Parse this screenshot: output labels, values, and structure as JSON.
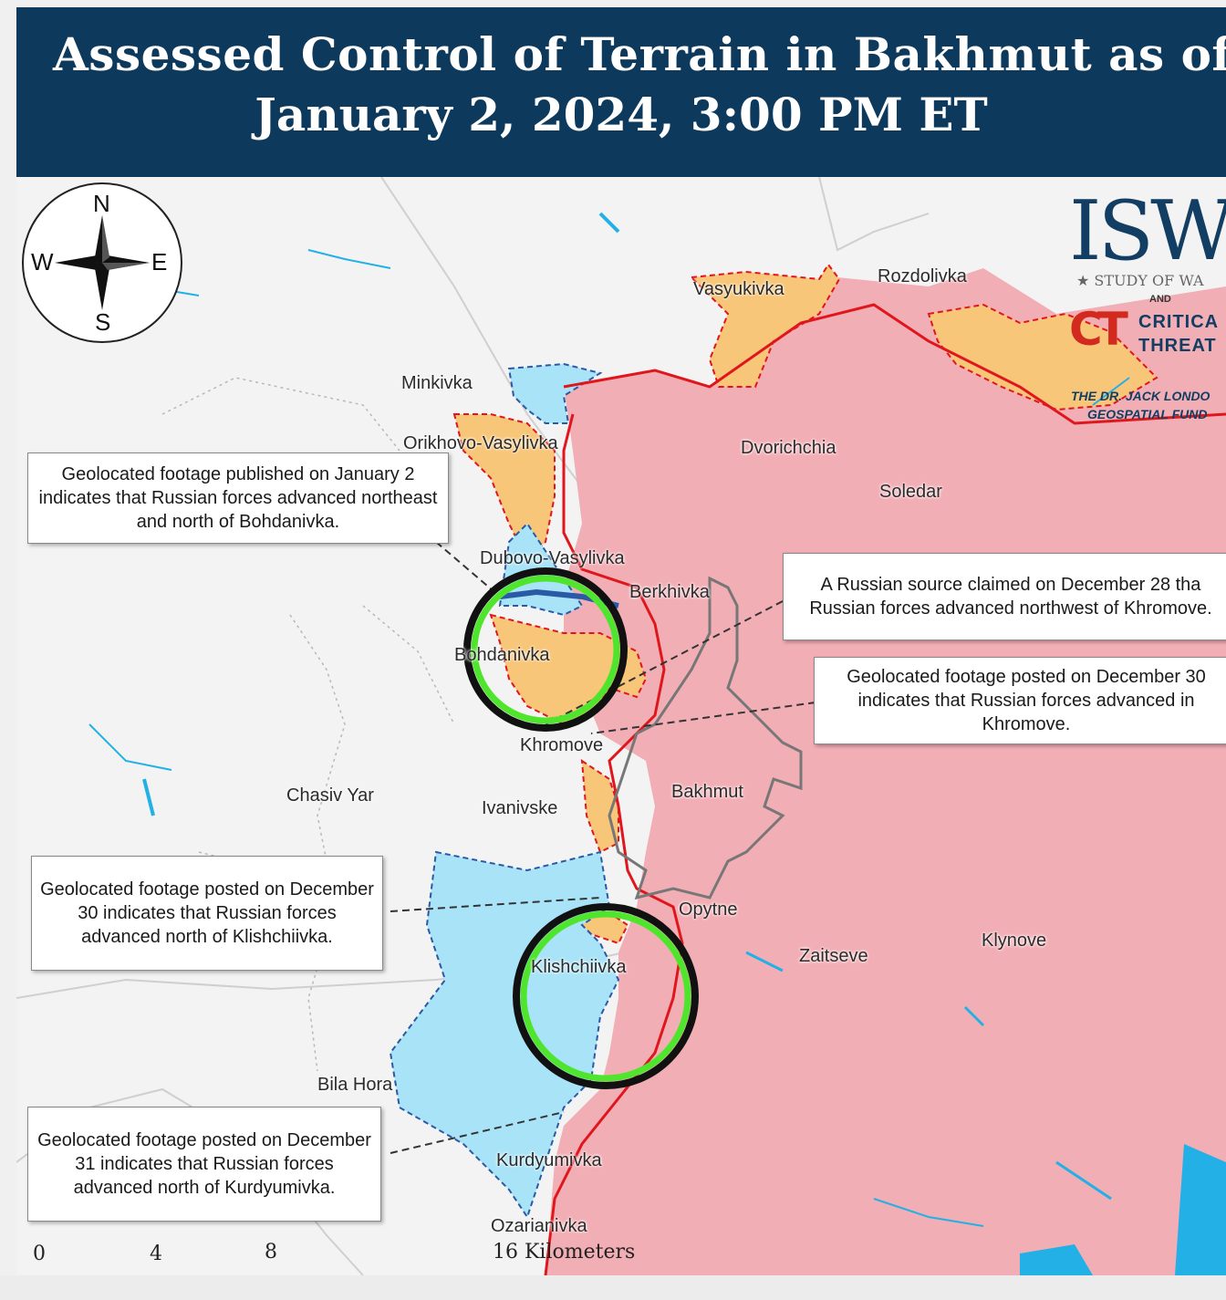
{
  "header": {
    "title_line1": "Assessed Control of Terrain in Bakhmut as of",
    "title_line2": "January 2, 2024, 3:00 PM ET"
  },
  "compass": {
    "n": "N",
    "e": "E",
    "s": "S",
    "w": "W"
  },
  "logo": {
    "isw": "ISW",
    "isw_sub": "★ STUDY OF WA",
    "and": "AND",
    "ct": "CT",
    "ct_line1": "CRITICA",
    "ct_line2": "THREAT",
    "jl_line1": "THE DR. JACK LONDO",
    "jl_line2": "GEOSPATIAL FUND"
  },
  "places": [
    "Vasyukivka",
    "Rozdolivka",
    "Minkivka",
    "Orikhovo-Vasylivka",
    "Dvorichchia",
    "Soledar",
    "Dubovo-Vasylivka",
    "Berkhivka",
    "Bohdanivka",
    "Khromove",
    "Chasiv Yar",
    "Ivanivske",
    "Bakhmut",
    "Opytne",
    "Zaitseve",
    "Klynove",
    "Klishchiivka",
    "Bila Hora",
    "Kurdyumivka",
    "Ozarianivka"
  ],
  "callouts": [
    "Geolocated footage published on January 2 indicates that Russian forces advanced northeast and north of Bohdanivka.",
    "A Russian source claimed on December 28 tha Russian forces advanced northwest of Khromove.",
    "Geolocated footage posted on December 30 indicates that Russian forces advanced in Khromove.",
    "Geolocated footage posted on December 30 indicates that Russian forces advanced north of Klishchiivka.",
    "Geolocated footage posted on December 31 indicates that Russian forces advanced north of Kurdyumivka."
  ],
  "scale": {
    "t0": "0",
    "t1": "4",
    "t2": "8",
    "t3": "16 Kilometers"
  },
  "colors": {
    "russian_control": "#f2aeb5",
    "russian_advance": "#f7c678",
    "ukrainian_counteroffensive": "#a9e3f7",
    "header_bg": "#0d3a5c",
    "front_line": "#e0161d",
    "highlight_circle": "#4fe52c"
  }
}
